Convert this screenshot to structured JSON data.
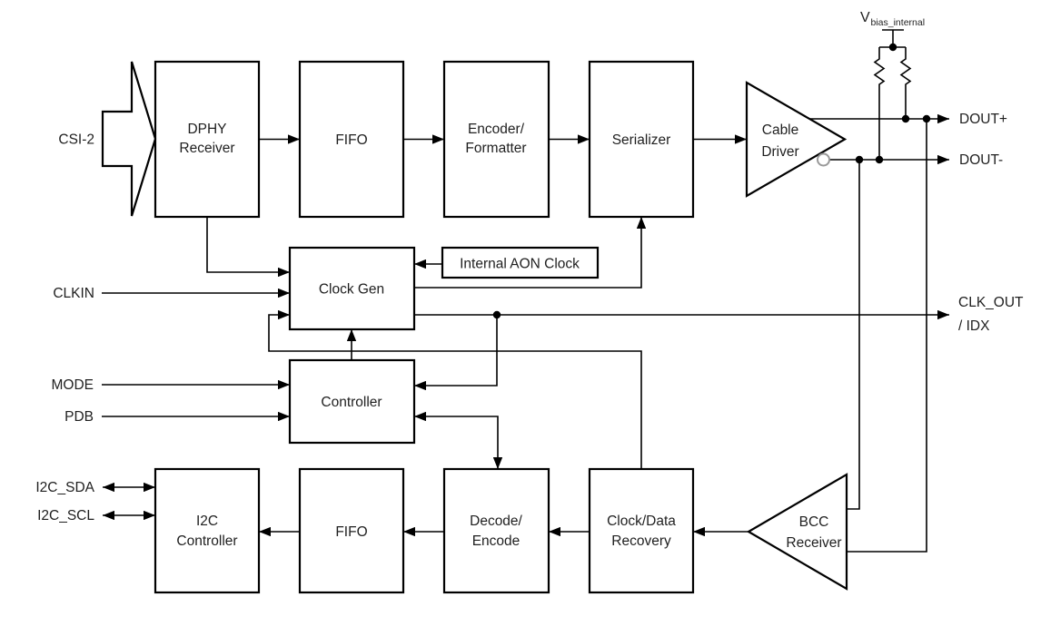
{
  "colors": {
    "background": "#ffffff",
    "line": "#000000",
    "text": "#1f1f1f",
    "inversion_bubble_stroke": "#999999"
  },
  "blocks": {
    "dphy_receiver": {
      "label": [
        "DPHY",
        "Receiver"
      ]
    },
    "fifo_top": {
      "label": [
        "FIFO"
      ]
    },
    "encoder_formatter": {
      "label": [
        "Encoder/",
        "Formatter"
      ]
    },
    "serializer": {
      "label": [
        "Serializer"
      ]
    },
    "cable_driver": {
      "label": [
        "Cable",
        "Driver"
      ]
    },
    "internal_aon_clock": {
      "label": [
        "Internal AON Clock"
      ]
    },
    "clock_gen": {
      "label": [
        "Clock Gen"
      ]
    },
    "controller": {
      "label": [
        "Controller"
      ]
    },
    "i2c_controller": {
      "label": [
        "I2C",
        "Controller"
      ]
    },
    "fifo_bottom": {
      "label": [
        "FIFO"
      ]
    },
    "decode_encode": {
      "label": [
        "Decode/",
        "Encode"
      ]
    },
    "clock_data_recovery": {
      "label": [
        "Clock/Data",
        "Recovery"
      ]
    },
    "bcc_receiver": {
      "label": [
        "BCC",
        "Receiver"
      ]
    }
  },
  "ports": {
    "csi2": {
      "label": "CSI-2"
    },
    "clkin": {
      "label": "CLKIN"
    },
    "mode": {
      "label": "MODE"
    },
    "pdb": {
      "label": "PDB"
    },
    "i2c_sda": {
      "label": "I2C_SDA"
    },
    "i2c_scl": {
      "label": "I2C_SCL"
    },
    "dout_plus": {
      "label": "DOUT+"
    },
    "dout_minus": {
      "label": "DOUT-"
    },
    "clk_out": {
      "line1": "CLK_OUT",
      "line2": "/ IDX"
    },
    "vbias": {
      "main": "V",
      "sub": "bias_internal"
    }
  }
}
